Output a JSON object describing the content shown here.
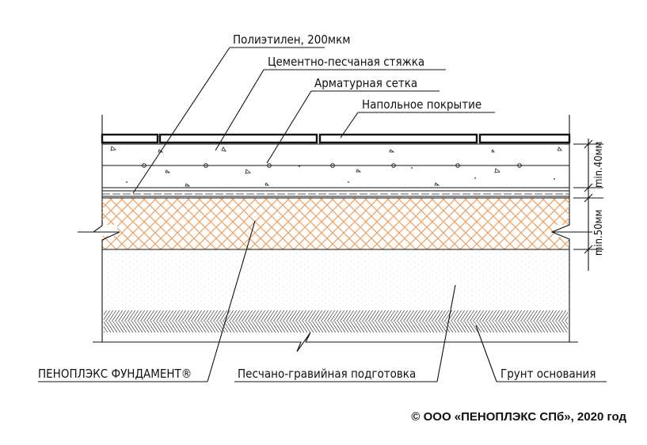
{
  "labels": {
    "polyethylene": "Полиэтилен, 200мкм",
    "screed": "Цементно-песчаная стяжка",
    "mesh": "Арматурная сетка",
    "floor_covering": "Напольное покрытие",
    "insulation": "ПЕНОПЛЭКС ФУНДАМЕНТ®",
    "sand_gravel": "Песчано-гравийная подготовка",
    "soil": "Грунт основания"
  },
  "dimensions": {
    "screed_thickness": "min.40мм",
    "insulation_thickness": "min.50мм"
  },
  "copyright": "© ООО «ПЕНОПЛЭКС СПб», 2020 год",
  "colors": {
    "insulation_hatch": "#f0a060",
    "ink": "#111111"
  }
}
